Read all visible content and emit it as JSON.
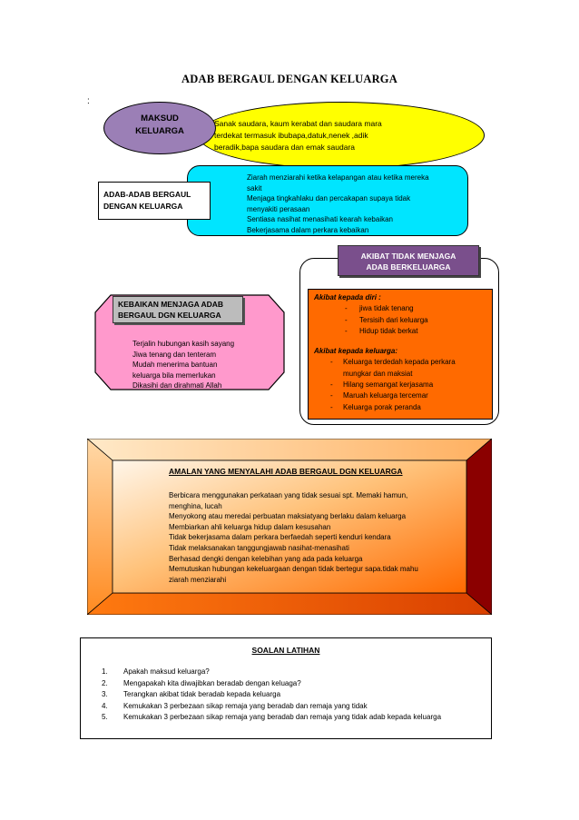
{
  "page_title": "ADAB BERGAUL DENGAN KELUARGA",
  "stray_mark": ":",
  "maksud": {
    "label_line1": "MAKSUD",
    "label_line2": "KELUARGA",
    "text_lines": [
      "Sanak saudara, kaum kerabat dan saudara mara",
      "terdekat termasuk ibubapa,datuk,nenek ,adik",
      "beradik,bapa saudara dan emak saudara"
    ]
  },
  "adab": {
    "label_line1": "ADAB-ADAB BERGAUL",
    "label_line2": "DENGAN KELUARGA",
    "items": [
      "Ziarah menziarahi ketika kelapangan atau ketika mereka",
      "sakit",
      "Menjaga  tingkahlaku dan percakapan supaya tidak",
      "menyakiti perasaan",
      "Sentiasa nasihat menasihati kearah kebaikan",
      "Bekerjasama dalam perkara kebaikan"
    ]
  },
  "akibat": {
    "title_line1": "AKIBAT TIDAK MENJAGA",
    "title_line2": "ADAB BERKELUARGA",
    "diri_heading": "Akibat kepada diri :",
    "diri_items": [
      "jiwa tidak tenang",
      "Tersisih dari keluarga",
      "Hidup tidak berkat"
    ],
    "keluarga_heading": "Akibat kepada keluarga:",
    "keluarga_items": [
      "Keluarga terdedah  kepada perkara",
      "mungkar dan maksiat",
      "Hilang semangat kerjasama",
      "Maruah keluarga tercemar",
      "Keluarga porak peranda"
    ],
    "dash": "-"
  },
  "kebaikan": {
    "title_line1": "KEBAIKAN MENJAGA ADAB",
    "title_line2": "BERGAUL DGN KELUARGA",
    "items": [
      "Terjalin hubungan kasih sayang",
      "Jiwa tenang dan tenteram",
      "Mudah menerima bantuan",
      "keluarga bila memerlukan",
      "Dikasihi dan dirahmati Allah"
    ]
  },
  "amalan": {
    "title": "AMALAN YANG MENYALAHI ADAB BERGAUL DGN KELUARGA",
    "items": [
      "Berbicara menggunakan perkataan yang tidak sesuai spt. Memaki hamun,",
      "menghina, lucah",
      "Menyokong atau meredai perbuatan maksiatyang berlaku dalam keluarga",
      "Membiarkan ahli keluarga hidup dalam kesusahan",
      "Tidak bekerjasama dalam perkara berfaedah seperti  kenduri kendara",
      "Tidak melaksanakan tanggungjawab nasihat-menasihati",
      "Berhasad dengki dengan kelebihan yang ada pada keluarga",
      "Memutuskan hubungan kekeluargaan dengan  tidak bertegur sapa.tidak mahu",
      "ziarah menziarahi"
    ]
  },
  "soalan": {
    "title": "SOALAN LATIHAN",
    "questions": [
      {
        "num": "1.",
        "text": "Apakah maksud keluarga?"
      },
      {
        "num": "2.",
        "text": "Mengapakah kita diwajibkan beradab dengan keluaga?"
      },
      {
        "num": "3.",
        "text": "Terangkan akibat tidak beradab kepada  keluarga"
      },
      {
        "num": "4.",
        "text": "Kemukakan 3 perbezaan sikap remaja yang beradab dan remaja yang tidak"
      },
      {
        "num": "5.",
        "text": "Kemukakan 3 perbezaan sikap remaja yang beradab dan remaja yang tidak adab kepada keluarga"
      }
    ]
  },
  "colors": {
    "yellow": "#ffff00",
    "purple": "#9b7fb6",
    "cyan": "#00e5ff",
    "orange": "#ff6a00",
    "pink": "#ff99cc",
    "dark_red": "#8b0000"
  }
}
